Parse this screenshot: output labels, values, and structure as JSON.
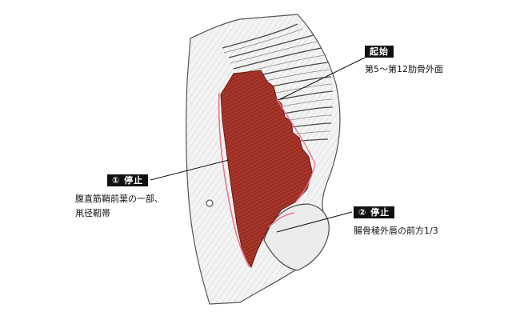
{
  "labels": {
    "origin": {
      "tag": "起始",
      "text": "第5〜第12肋骨外面"
    },
    "insertion1": {
      "tag": "① 停止",
      "line1": "腹直筋鞘前葉の一部、",
      "line2": "鼡径靭帯"
    },
    "insertion2": {
      "tag": "② 停止",
      "text": "腸骨稜外唇の前方1/3"
    }
  },
  "colors": {
    "muscle": "#a8352a",
    "muscle_dark": "#6e1c14",
    "outline_pink": "#e8788a",
    "leader": "#111111",
    "tag_bg": "#111111"
  }
}
